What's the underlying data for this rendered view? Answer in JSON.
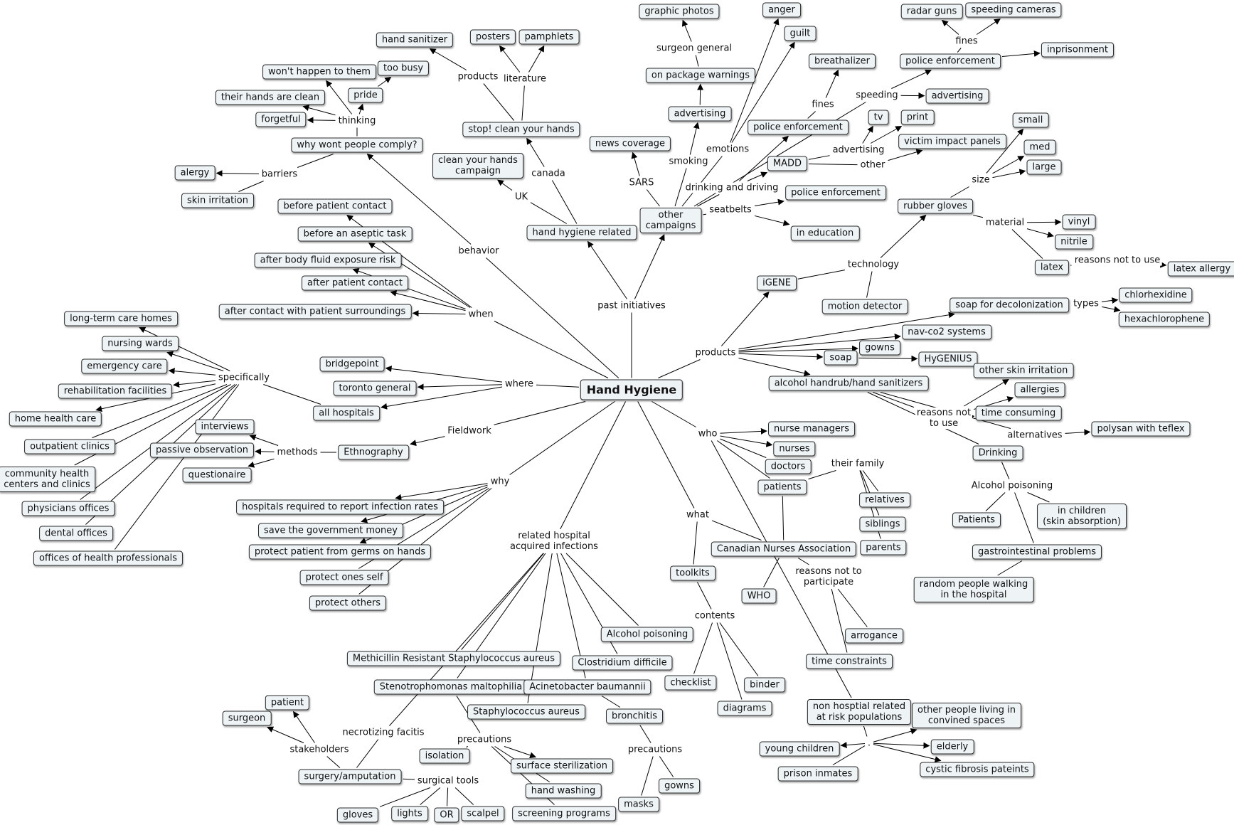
{
  "main": "Hand Hygiene",
  "nodes": [
    {
      "id": "graphic",
      "t": "graphic photos"
    },
    {
      "id": "anger",
      "t": "anger"
    },
    {
      "id": "guilt",
      "t": "guilt"
    },
    {
      "id": "radar",
      "t": "radar guns"
    },
    {
      "id": "speedcam",
      "t": "speeding cameras"
    },
    {
      "id": "imprison",
      "t": "inprisonment"
    },
    {
      "id": "policeEnf1",
      "t": "police enforcement"
    },
    {
      "id": "breath",
      "t": "breathalizer"
    },
    {
      "id": "handsan",
      "t": "hand sanitizer"
    },
    {
      "id": "posters",
      "t": "posters"
    },
    {
      "id": "pamphlets",
      "t": "pamphlets"
    },
    {
      "id": "wonthappen",
      "t": "won't happen to them"
    },
    {
      "id": "toobusy",
      "t": "too busy"
    },
    {
      "id": "pride",
      "t": "pride"
    },
    {
      "id": "handsclean",
      "t": "their hands are clean"
    },
    {
      "id": "forgetful",
      "t": "forgetful"
    },
    {
      "id": "whywont",
      "t": "why wont people comply?"
    },
    {
      "id": "stopclean",
      "t": "stop! clean your hands"
    },
    {
      "id": "onpackage",
      "t": "on package warnings"
    },
    {
      "id": "advertising1",
      "t": "advertising"
    },
    {
      "id": "newscov",
      "t": "news coverage"
    },
    {
      "id": "policeEnf2",
      "t": "police enforcement"
    },
    {
      "id": "advertising2",
      "t": "advertising"
    },
    {
      "id": "tv",
      "t": "tv"
    },
    {
      "id": "print",
      "t": "print"
    },
    {
      "id": "victim",
      "t": "victim impact panels"
    },
    {
      "id": "small",
      "t": "small"
    },
    {
      "id": "med",
      "t": "med"
    },
    {
      "id": "large",
      "t": "large"
    },
    {
      "id": "madd",
      "t": "MADD"
    },
    {
      "id": "policeEnf3",
      "t": "police enforcement"
    },
    {
      "id": "ineducation",
      "t": "in education"
    },
    {
      "id": "rubber",
      "t": "rubber gloves"
    },
    {
      "id": "vinyl",
      "t": "vinyl"
    },
    {
      "id": "nitrile",
      "t": "nitrile"
    },
    {
      "id": "latex",
      "t": "latex"
    },
    {
      "id": "latexallergy",
      "t": "latex allergy"
    },
    {
      "id": "alergy",
      "t": "alergy"
    },
    {
      "id": "skinirr",
      "t": "skin irritation"
    },
    {
      "id": "cleancampaign",
      "t": "clean your hands\ncampaign"
    },
    {
      "id": "beforepatient",
      "t": "before patient contact"
    },
    {
      "id": "beforeaseptic",
      "t": "before an aseptic task"
    },
    {
      "id": "afterbody",
      "t": "after body fluid exposure risk"
    },
    {
      "id": "afterpatient",
      "t": "after patient contact"
    },
    {
      "id": "aftersurr",
      "t": "after contact with patient surroundings"
    },
    {
      "id": "hhrelated",
      "t": "hand hygiene related"
    },
    {
      "id": "othercamp",
      "t": "other\ncampaigns"
    },
    {
      "id": "igene",
      "t": "iGENE"
    },
    {
      "id": "motion",
      "t": "motion detector"
    },
    {
      "id": "soapdecol",
      "t": "soap for decolonization"
    },
    {
      "id": "chlorhex",
      "t": "chlorhexidine"
    },
    {
      "id": "hexachloro",
      "t": "hexachlorophene"
    },
    {
      "id": "navco2",
      "t": "nav-co2 systems"
    },
    {
      "id": "gowns1",
      "t": "gowns"
    },
    {
      "id": "soap",
      "t": "soap"
    },
    {
      "id": "hygenius",
      "t": "HyGENIUS"
    },
    {
      "id": "ltc",
      "t": "long-term care homes"
    },
    {
      "id": "nursing",
      "t": "nursing wards"
    },
    {
      "id": "emergency",
      "t": "emergency care"
    },
    {
      "id": "rehab",
      "t": "rehabilitation facilities"
    },
    {
      "id": "homehealth",
      "t": "home health care"
    },
    {
      "id": "outpatient",
      "t": "outpatient clinics"
    },
    {
      "id": "community",
      "t": "community health\ncenters and clinics"
    },
    {
      "id": "physicians",
      "t": "physicians offices"
    },
    {
      "id": "dental",
      "t": "dental offices"
    },
    {
      "id": "offices",
      "t": "offices of health professionals"
    },
    {
      "id": "bridgepoint",
      "t": "bridgepoint"
    },
    {
      "id": "torontogen",
      "t": "toronto general"
    },
    {
      "id": "allhosp",
      "t": "all hospitals"
    },
    {
      "id": "alcoholrub",
      "t": "alcohol handrub/hand sanitizers"
    },
    {
      "id": "otherskin",
      "t": "other skin irritation"
    },
    {
      "id": "allergies",
      "t": "allergies"
    },
    {
      "id": "timecons",
      "t": "time consuming"
    },
    {
      "id": "polysan",
      "t": "polysan with teflex"
    },
    {
      "id": "drinking",
      "t": "Drinking"
    },
    {
      "id": "interviews",
      "t": "interviews"
    },
    {
      "id": "passive",
      "t": "passive observation"
    },
    {
      "id": "questionaire",
      "t": "questionaire"
    },
    {
      "id": "ethnography",
      "t": "Ethnography"
    },
    {
      "id": "nursemgr",
      "t": "nurse managers"
    },
    {
      "id": "nurses",
      "t": "nurses"
    },
    {
      "id": "doctors",
      "t": "doctors"
    },
    {
      "id": "patients",
      "t": "patients"
    },
    {
      "id": "relatives",
      "t": "relatives"
    },
    {
      "id": "siblings",
      "t": "siblings"
    },
    {
      "id": "parents",
      "t": "parents"
    },
    {
      "id": "patientsCap",
      "t": "Patients"
    },
    {
      "id": "inchildren",
      "t": "in children\n(skin absorption)"
    },
    {
      "id": "gastro",
      "t": "gastrointestinal problems"
    },
    {
      "id": "randompeople",
      "t": "random people walking\nin the hospital"
    },
    {
      "id": "hospreport",
      "t": "hospitals required to report infection rates"
    },
    {
      "id": "savegov",
      "t": "save the government money"
    },
    {
      "id": "protectpatient",
      "t": "protect patient from germs on hands"
    },
    {
      "id": "protectself",
      "t": "protect ones self"
    },
    {
      "id": "protectothers",
      "t": "protect others"
    },
    {
      "id": "cna",
      "t": "Canadian Nurses Association"
    },
    {
      "id": "toolkits",
      "t": "toolkits"
    },
    {
      "id": "who",
      "t": "WHO"
    },
    {
      "id": "arrogance",
      "t": "arrogance"
    },
    {
      "id": "timecon",
      "t": "time constraints"
    },
    {
      "id": "alcpois",
      "t": "Alcohol poisoning"
    },
    {
      "id": "mrsa",
      "t": "Methicillin Resistant Staphylococcus aureus"
    },
    {
      "id": "cdiff",
      "t": "Clostridium difficile"
    },
    {
      "id": "steno",
      "t": "Stenotrophomonas maltophilia"
    },
    {
      "id": "acineto",
      "t": "Acinetobacter baumannii"
    },
    {
      "id": "staph",
      "t": "Staphylococcus aureus"
    },
    {
      "id": "bronchitis",
      "t": "bronchitis"
    },
    {
      "id": "checklist",
      "t": "checklist"
    },
    {
      "id": "binder",
      "t": "binder"
    },
    {
      "id": "diagrams",
      "t": "diagrams"
    },
    {
      "id": "nonhosp",
      "t": "non hosptial related\nat risk populations"
    },
    {
      "id": "otherpeople",
      "t": "other people living in\nconvined spaces"
    },
    {
      "id": "elderly",
      "t": "elderly"
    },
    {
      "id": "youngchildren",
      "t": "young children"
    },
    {
      "id": "prison",
      "t": "prison inmates"
    },
    {
      "id": "cystic",
      "t": "cystic fibrosis pateints"
    },
    {
      "id": "patient",
      "t": "patient"
    },
    {
      "id": "surgeon",
      "t": "surgeon"
    },
    {
      "id": "isolation",
      "t": "isolation"
    },
    {
      "id": "surfacester",
      "t": "surface sterilization"
    },
    {
      "id": "handwash",
      "t": "hand washing"
    },
    {
      "id": "screening",
      "t": "screening programs"
    },
    {
      "id": "surgery",
      "t": "surgery/amputation"
    },
    {
      "id": "gloves",
      "t": "gloves"
    },
    {
      "id": "lights",
      "t": "lights"
    },
    {
      "id": "or",
      "t": "OR"
    },
    {
      "id": "scalpel",
      "t": "scalpel"
    },
    {
      "id": "masks",
      "t": "masks"
    },
    {
      "id": "gowns2",
      "t": "gowns"
    }
  ],
  "labels": [
    {
      "id": "surgeongen",
      "t": "surgeon general"
    },
    {
      "id": "fines1",
      "t": "fines"
    },
    {
      "id": "products1",
      "t": "products"
    },
    {
      "id": "literature",
      "t": "literature"
    },
    {
      "id": "thinking",
      "t": "thinking"
    },
    {
      "id": "fines2",
      "t": "fines"
    },
    {
      "id": "speeding",
      "t": "speeding"
    },
    {
      "id": "emotions",
      "t": "emotions"
    },
    {
      "id": "smoking",
      "t": "smoking"
    },
    {
      "id": "advlink",
      "t": "advertising"
    },
    {
      "id": "otherlink",
      "t": "other"
    },
    {
      "id": "size",
      "t": "size"
    },
    {
      "id": "barriers",
      "t": "barriers"
    },
    {
      "id": "canada",
      "t": "canada"
    },
    {
      "id": "sars",
      "t": "SARS"
    },
    {
      "id": "drinkdrive",
      "t": "drinking and driving"
    },
    {
      "id": "uk",
      "t": "UK"
    },
    {
      "id": "seatbelts",
      "t": "seatbelts"
    },
    {
      "id": "material",
      "t": "material"
    },
    {
      "id": "behavior",
      "t": "behavior"
    },
    {
      "id": "technology",
      "t": "technology"
    },
    {
      "id": "reasonsnotuse1",
      "t": "reasons not to use"
    },
    {
      "id": "when",
      "t": "when"
    },
    {
      "id": "pastinit",
      "t": "past initiatives"
    },
    {
      "id": "types",
      "t": "types"
    },
    {
      "id": "products2",
      "t": "products"
    },
    {
      "id": "specifically",
      "t": "specifically"
    },
    {
      "id": "where",
      "t": "where"
    },
    {
      "id": "reasonsnotuse2",
      "t": "reasons not\nto use"
    },
    {
      "id": "fieldwork",
      "t": "Fieldwork"
    },
    {
      "id": "whoLbl",
      "t": "who"
    },
    {
      "id": "alternatives",
      "t": "alternatives"
    },
    {
      "id": "methods",
      "t": "methods"
    },
    {
      "id": "theirfamily",
      "t": "their family"
    },
    {
      "id": "why",
      "t": "why"
    },
    {
      "id": "alcpoisLbl",
      "t": "Alcohol poisoning"
    },
    {
      "id": "what",
      "t": "what"
    },
    {
      "id": "relhosp",
      "t": "related hospital\nacquired infections"
    },
    {
      "id": "reasonsnotpart",
      "t": "reasons not to\nparticipate"
    },
    {
      "id": "contents",
      "t": "contents"
    },
    {
      "id": "necrotizing",
      "t": "necrotizing facitis"
    },
    {
      "id": "stakeholders",
      "t": "stakeholders"
    },
    {
      "id": "precautions1",
      "t": "precautions"
    },
    {
      "id": "precautions2",
      "t": "precautions"
    },
    {
      "id": "surgicaltools",
      "t": "surgical tools"
    },
    {
      "id": "dot",
      "t": "."
    }
  ],
  "colors": {
    "node_bg": "#eef3f5",
    "line": "#000000"
  }
}
